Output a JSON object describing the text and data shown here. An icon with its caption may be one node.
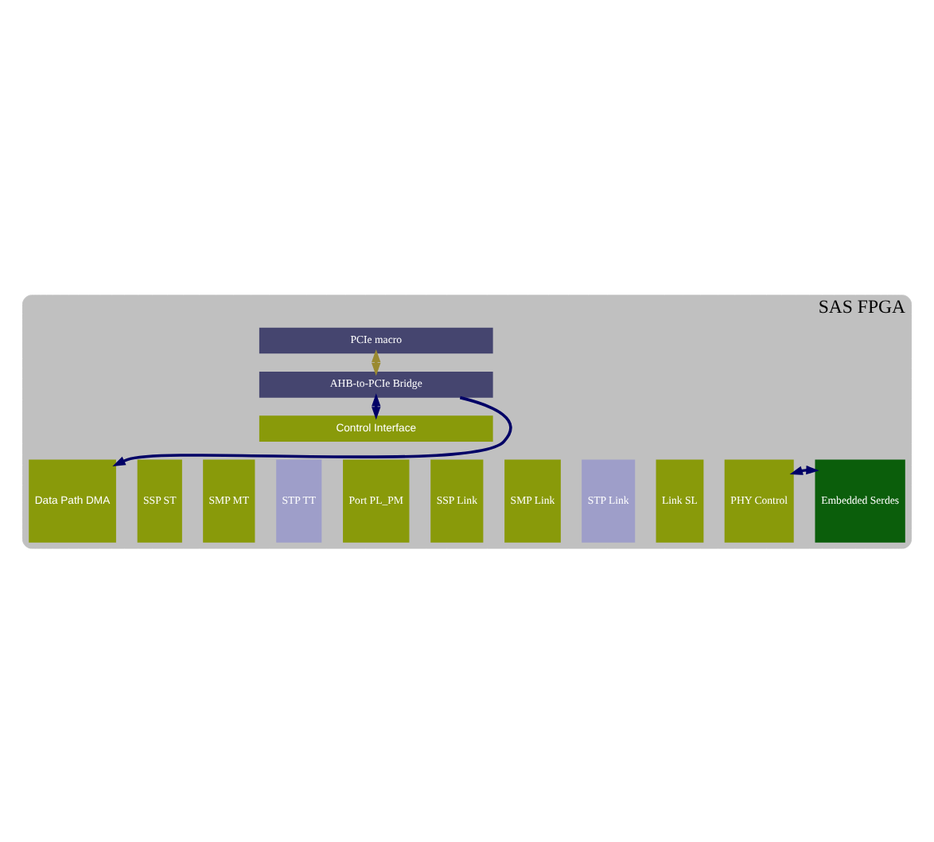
{
  "diagram": {
    "nodes": [
      {
        "text": [
          "SAS FPGA"
        ]
      },
      {
        "text": [
          "PCIe macro"
        ],
        "in": 0
      },
      {
        "text": [
          "AHB-to-PCIe Bridge"
        ],
        "in": 0
      },
      {
        "text": [
          "Control Interface"
        ],
        "in": 0
      },
      {
        "text": [
          "Data Path DMA"
        ],
        "in": 0
      },
      {
        "text": [
          "SSP ST"
        ],
        "in": 0
      },
      {
        "text": [
          "SMP MT"
        ],
        "in": 0
      },
      {
        "text": [
          "STP TT"
        ],
        "in": 0
      },
      {
        "text": [
          "Port PL_PM"
        ],
        "in": 0
      },
      {
        "text": [
          "SSP Link"
        ],
        "in": 0
      },
      {
        "text": [
          "SMP Link"
        ],
        "in": 0
      },
      {
        "text": [
          "STP Link"
        ],
        "in": 0
      },
      {
        "text": [
          "Link SL"
        ],
        "in": 0
      },
      {
        "text": [
          "PHY Control"
        ],
        "in": 0
      },
      {
        "text": [
          "Embedded Serdes"
        ],
        "in": 0
      }
    ],
    "edges": [
      {
        "from": 1,
        "to": 2,
        "arrow": "both",
        "color": "#9a8a30"
      },
      {
        "from": 2,
        "to": 3,
        "arrow": "both"
      },
      {
        "from": 2,
        "to": 4,
        "arrow": "to"
      },
      {
        "from": 13,
        "to": 14,
        "arrow": "both"
      }
    ]
  }
}
